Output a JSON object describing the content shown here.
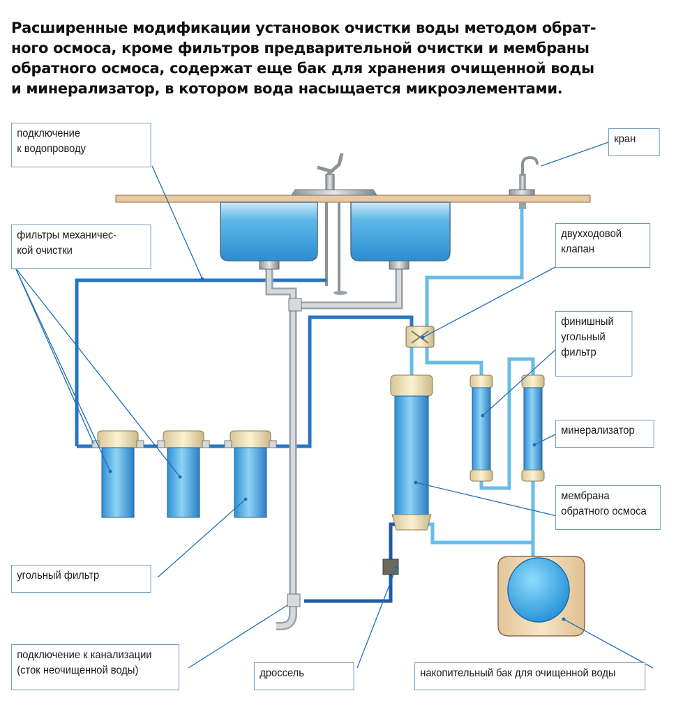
{
  "title_lines": [
    "Расширенные модификации установок очистки воды методом обрат-",
    "ного осмоса, кроме фильтров предварительной очистки и мембраны",
    "обратного осмоса, содержат еще бак для хранения очищенной воды",
    "и минерализатор, в котором вода насыщается микроэлементами."
  ],
  "labels": {
    "water_supply": [
      "подключение",
      "к водопроводу"
    ],
    "faucet": [
      "кран"
    ],
    "mech_filters": [
      "фильтры механичес-",
      "кой очистки"
    ],
    "two_way_valve": [
      "двухходовой",
      "клапан"
    ],
    "finish_carbon_filter": [
      "финишный",
      "угольный",
      "фильтр"
    ],
    "mineralizer": [
      "минерализатор"
    ],
    "carbon_filter": [
      "угольный фильтр"
    ],
    "ro_membrane": [
      "мембрана",
      "обратного осмоса"
    ],
    "sewer_connection": [
      "подключение к канализации",
      "(сток неочищенной воды)"
    ],
    "throttle": [
      "дроссель"
    ],
    "storage_tank": [
      "накопительный бак для очищенной воды"
    ]
  },
  "colors": {
    "water_blue": "#2e8ad0",
    "light_blue": "#6ec3ec",
    "frame": "#6f97b5",
    "countertop": "#e9c9a2",
    "tank": "#f3dcbb",
    "cap": "#f4e7c0",
    "drain": "#c8ccd0"
  }
}
